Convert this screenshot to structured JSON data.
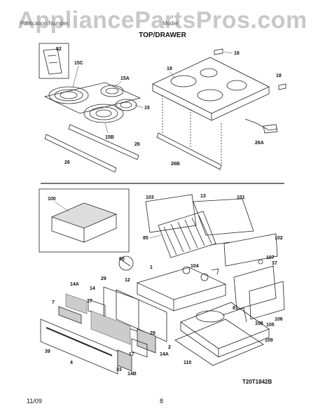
{
  "watermark": "AppliancePartsPros.com",
  "header_left": "Publication Number:",
  "header_right": "Model:",
  "section_title": "TOP/DRAWER",
  "part_labels": {
    "p52": "52",
    "p15C": "15C",
    "p15A": "15A",
    "p15": "15",
    "p15B": "15B",
    "p26a": "26",
    "p26b": "26",
    "p18a": "18",
    "p18b": "18",
    "p18c": "18",
    "p26A": "26A",
    "p26B": "26B",
    "p100": "100",
    "p103": "103",
    "p13": "13",
    "p101": "101",
    "p102": "102",
    "p85": "85",
    "p60": "60",
    "p1": "1",
    "p104": "104",
    "p107": "107",
    "p37": "37",
    "p14A": "14A",
    "p14": "14",
    "p29a": "29",
    "p12": "12",
    "p7": "7",
    "p17a": "17",
    "p29b": "29",
    "p2": "2",
    "p39": "39",
    "p4": "4",
    "p33": "33",
    "p14B": "14B",
    "p17b": "17",
    "p14Ab": "14A",
    "p81": "81",
    "p108": "108",
    "p106": "106",
    "p105": "105",
    "p109": "109",
    "p110": "110"
  },
  "diagram_code": "T20T1842B",
  "footer_date": "11/09",
  "footer_page": "8"
}
